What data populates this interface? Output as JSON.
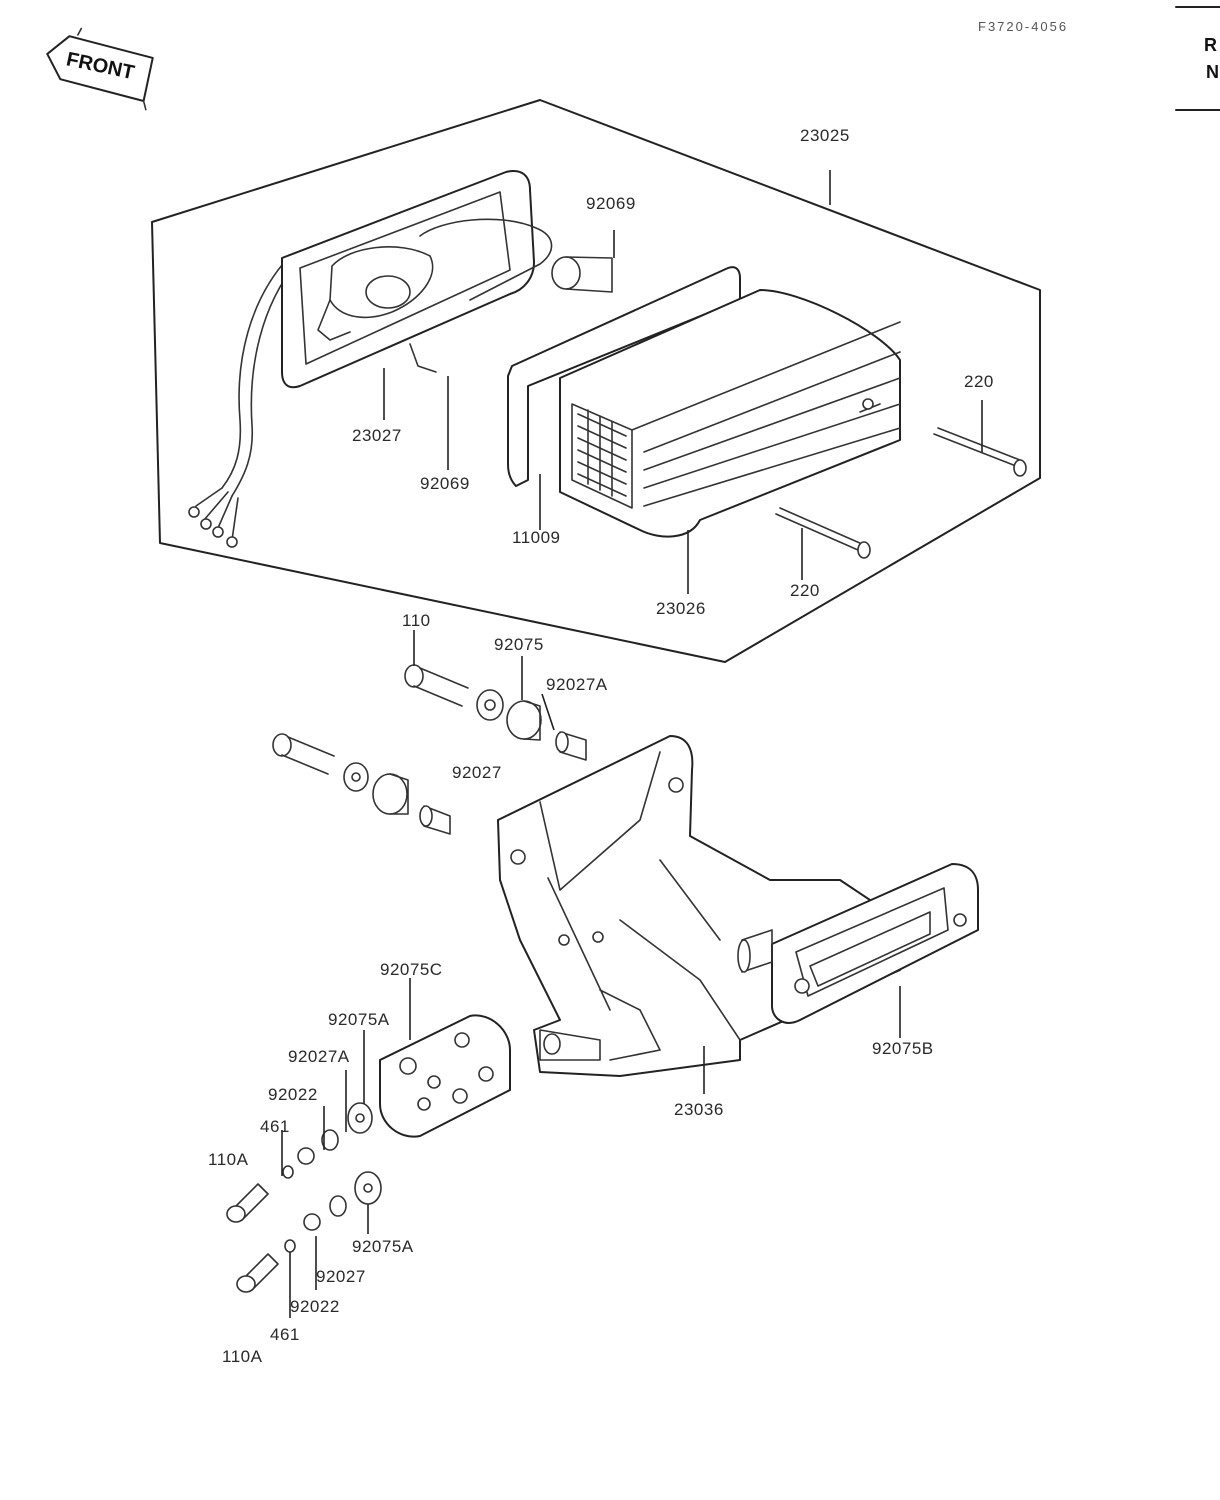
{
  "doc_code": "F3720-4056",
  "front_label": "FRONT",
  "edge_tab": [
    "R",
    "N"
  ],
  "part_labels": [
    "23025",
    "92069",
    "23027",
    "92069",
    "220",
    "11009",
    "23026",
    "220",
    "110",
    "92075",
    "92027A",
    "92027",
    "92075C",
    "92075A",
    "92027A",
    "92022",
    "461",
    "110A",
    "92075B",
    "23036",
    "92075A",
    "92027",
    "92022",
    "461",
    "110A"
  ]
}
